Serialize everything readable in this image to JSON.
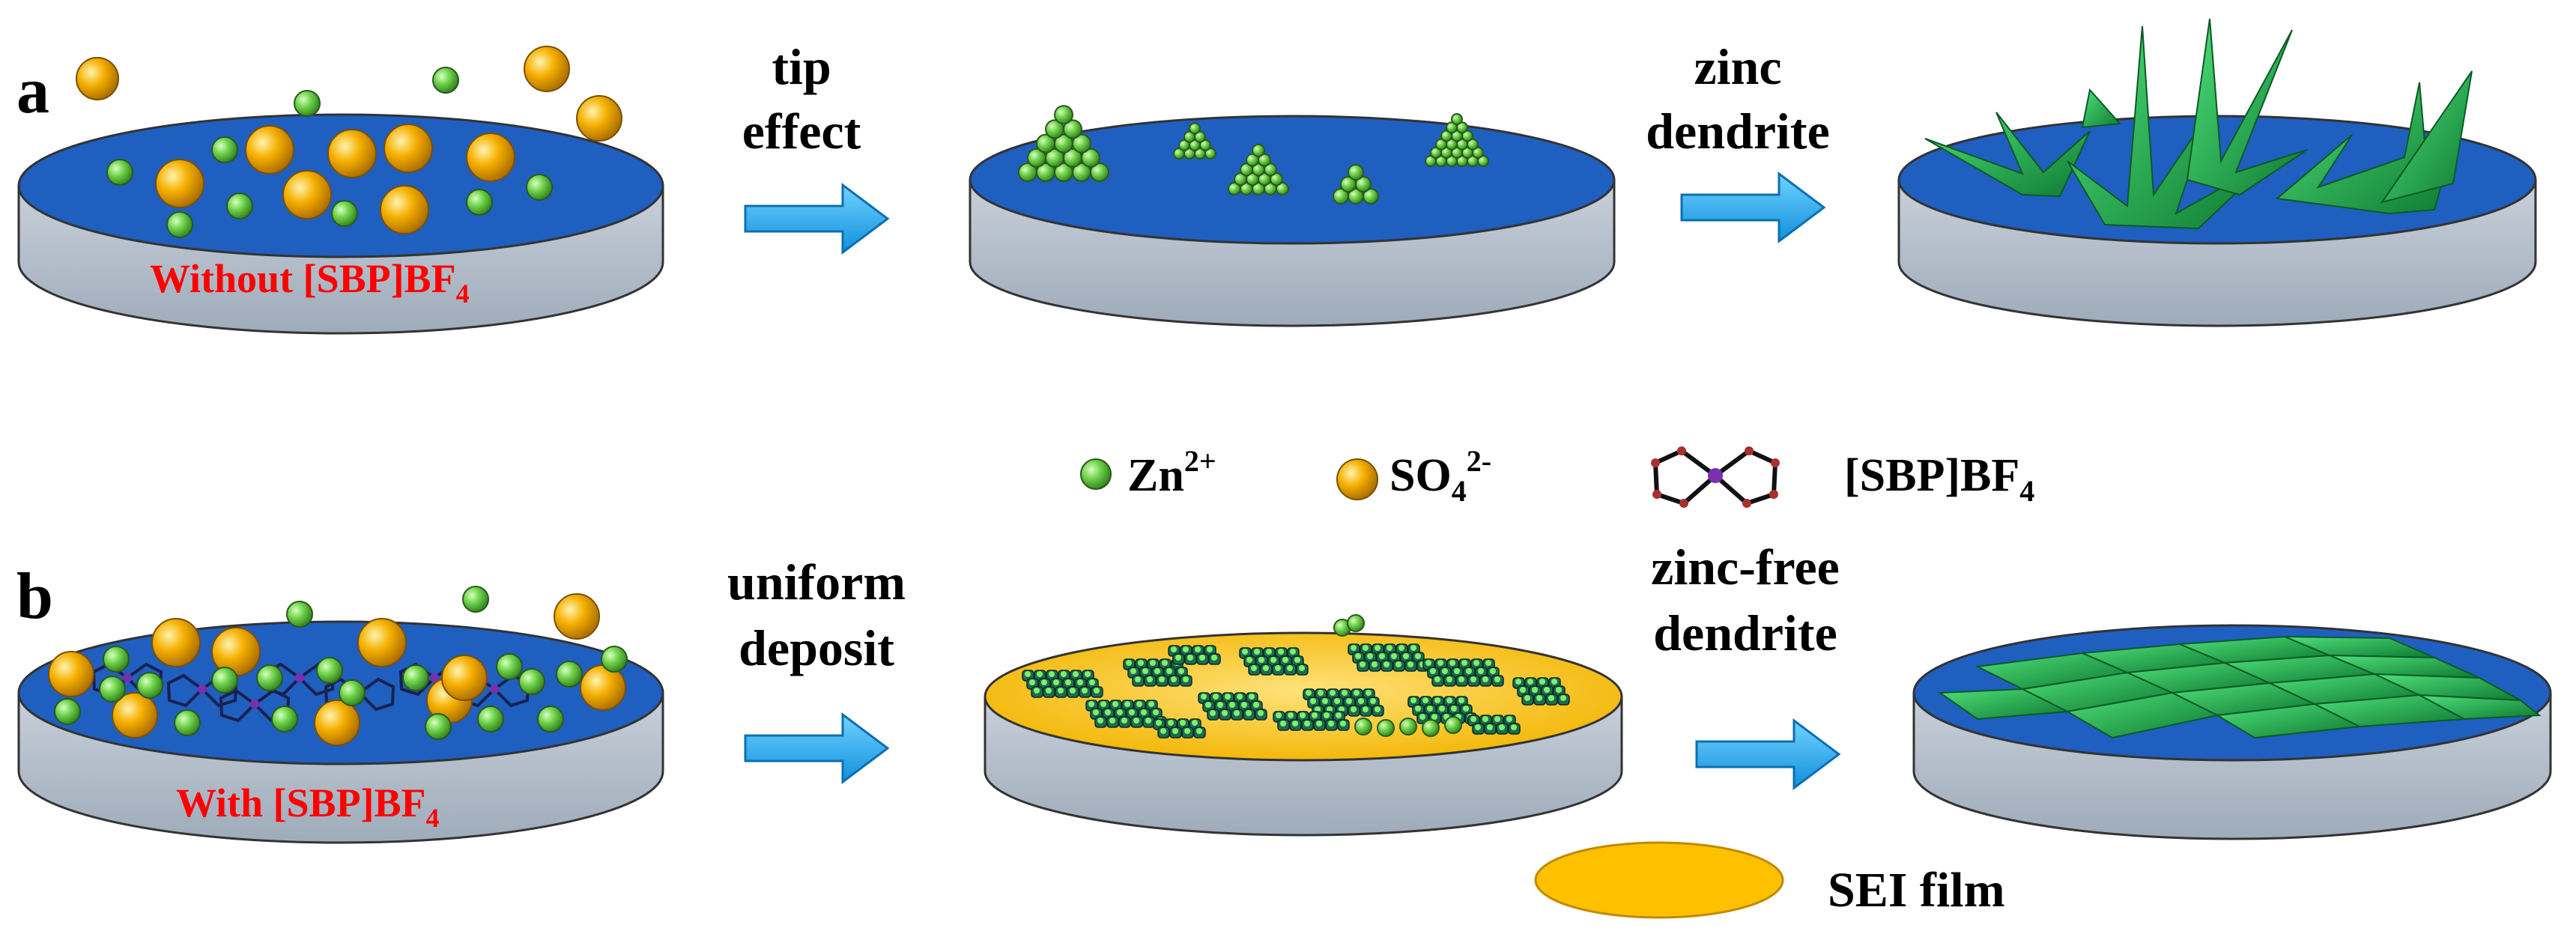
{
  "panel_a": {
    "label": "a",
    "disc_text": "Without [SBP]BF",
    "disc_text_sub": "4",
    "arrow1_line1": "tip",
    "arrow1_line2": "effect",
    "arrow2_line1": "zinc",
    "arrow2_line2": "dendrite"
  },
  "panel_b": {
    "label": "b",
    "disc_text": "With [SBP]BF",
    "disc_text_sub": "4",
    "arrow1_line1": "uniform",
    "arrow1_line2": "deposit",
    "arrow2_line1": "zinc-free",
    "arrow2_line2": "dendrite"
  },
  "legend": {
    "zn_label": "Zn",
    "zn_sup": "2+",
    "so4_label": "SO",
    "so4_sub": "4",
    "so4_sup": "2-",
    "sbp_label": "[SBP]BF",
    "sbp_sub": "4",
    "sei_label": "SEI film"
  },
  "colors": {
    "electrolyte_blue": "#1f5fbf",
    "disc_side": "#b4bfcc",
    "zn_ion_green": "#6ed24a",
    "so4_gold": "#f5b000",
    "dendrite_green": "#22b04a",
    "sei_yellow": "#ffc000",
    "arrow_cyan": "#1ea7ee",
    "label_red": "#ff0000"
  }
}
